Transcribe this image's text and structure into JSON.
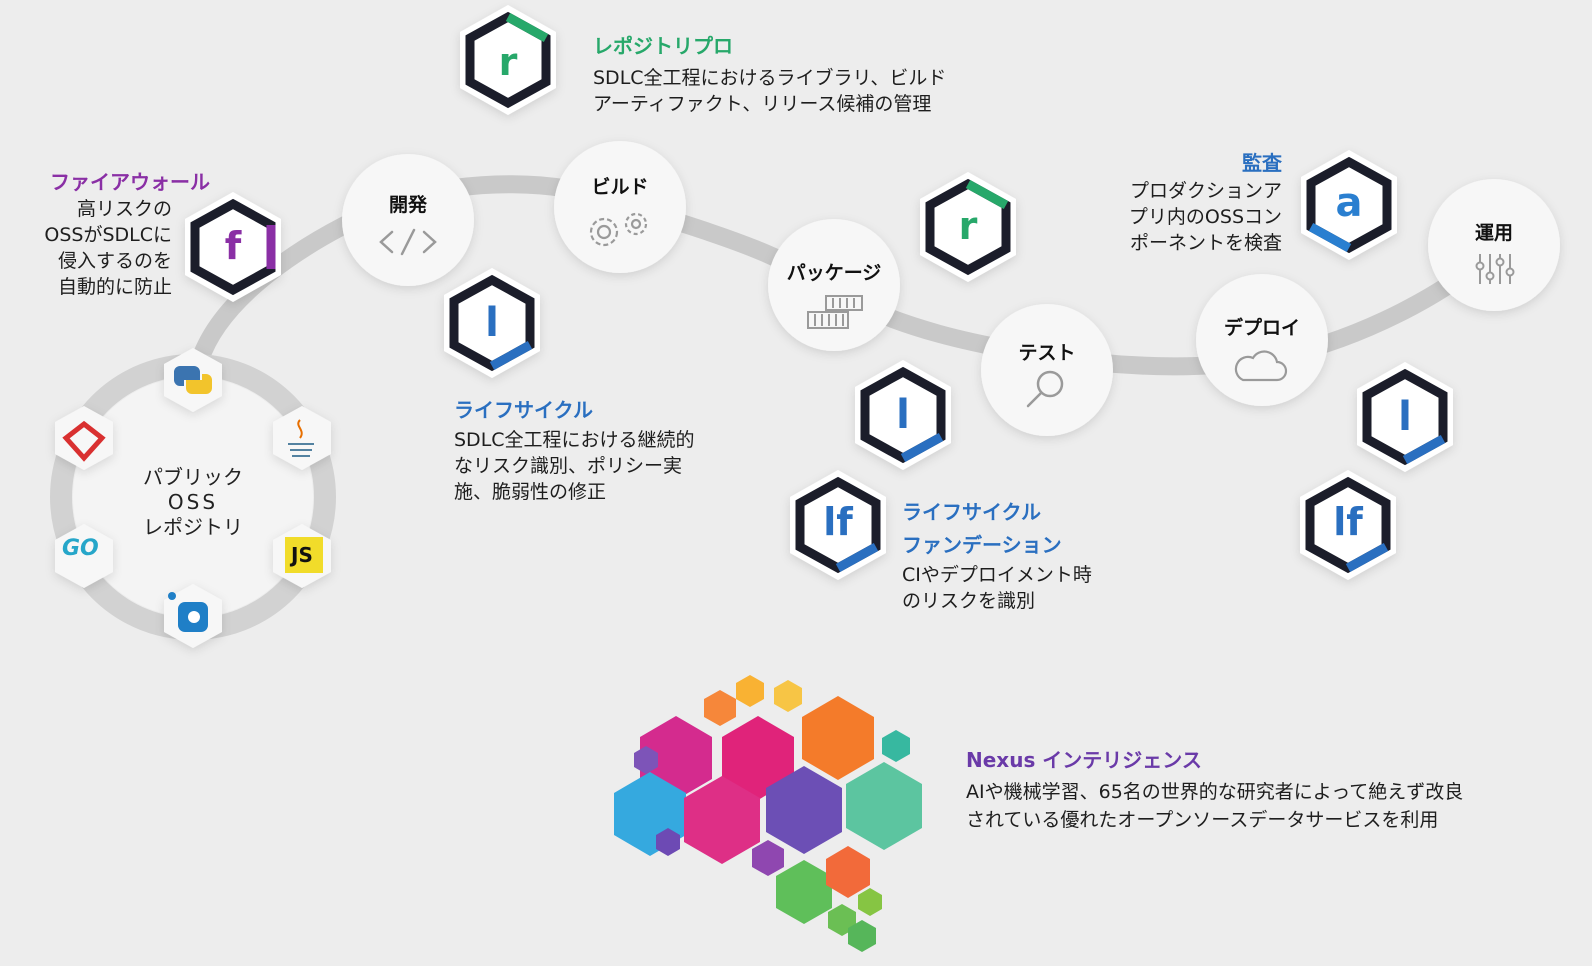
{
  "nodes": {
    "dev": "開発",
    "build": "ビルド",
    "package": "パッケージ",
    "test": "テスト",
    "deploy": "デプロイ",
    "operate": "運用"
  },
  "repository": {
    "title": "レポジトリプロ",
    "line1": "SDLC全工程におけるライブラリ、ビルド",
    "line2": "アーティファクト、リリース候補の管理"
  },
  "firewall": {
    "title": "ファイアウォール",
    "line1": "高リスクの",
    "line2": "OSSがSDLCに",
    "line3": "侵入するのを",
    "line4": "自動的に防止"
  },
  "lifecycle": {
    "title": "ライフサイクル",
    "line1": "SDLC全工程における継続的",
    "line2": "なリスク識別、ポリシー実",
    "line3": "施、脆弱性の修正"
  },
  "lifecycle_foundation": {
    "title1": "ライフサイクル",
    "title2": "ファンデーション",
    "line1": "CIやデプロイメント時",
    "line2": "のリスクを識別"
  },
  "audit": {
    "title": "監査",
    "line1": "プロダクションア",
    "line2": "プリ内のOSSコン",
    "line3": "ポーネントを検査"
  },
  "public_repo": {
    "line1": "パブリック",
    "line2": "OSS",
    "line3": "レポジトリ"
  },
  "languages": {
    "go": "GO",
    "js": "JS"
  },
  "nexus": {
    "title": "Nexus インテリジェンス",
    "line1": "AIや機械学習、65名の世界的な研究者によって絶えず改良",
    "line2": "されている優れたオープンソースデータサービスを利用"
  },
  "badge_letters": {
    "r": "r",
    "f": "f",
    "l": "l",
    "lf": "lf",
    "a": "a"
  },
  "colors": {
    "green": "#27a86a",
    "purple": "#8a2fa5",
    "blue": "#2a6fc0",
    "nexus": "#6a3aa8",
    "hex_dark": "#1b1d2a"
  },
  "icons": {
    "dev": "code-icon",
    "build": "gears-icon",
    "package": "containers-icon",
    "test": "magnifier-icon",
    "deploy": "cloud-icon",
    "operate": "sliders-icon",
    "python": "python-icon",
    "java": "java-icon",
    "ruby": "ruby-icon",
    "go": "go-icon",
    "javascript": "javascript-icon",
    "nuget": "nuget-icon"
  }
}
